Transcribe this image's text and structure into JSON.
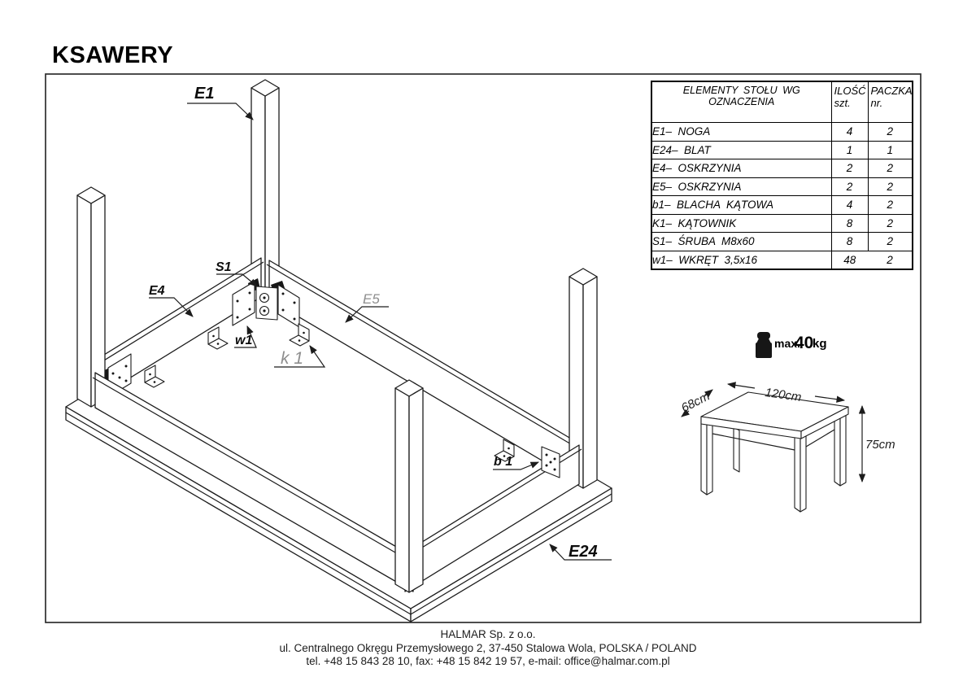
{
  "title": "KSAWERY",
  "parts_table": {
    "headers": {
      "col1": "ELEMENTY STOŁU WG OZNACZENIA",
      "col2_line1": "ILOŚĆ",
      "col2_line2": "szt.",
      "col3_line1": "PACZKA",
      "col3_line2": "nr."
    },
    "rows": [
      {
        "label": "E1–  NOGA",
        "qty": "4",
        "pack": "2"
      },
      {
        "label": "E24–  BLAT",
        "qty": "1",
        "pack": "1"
      },
      {
        "label": "E4–  OSKRZYNIA",
        "qty": "2",
        "pack": "2"
      },
      {
        "label": "E5–  OSKRZYNIA",
        "qty": "2",
        "pack": "2"
      },
      {
        "label": "b1–  BLACHA  KĄTOWA",
        "qty": "4",
        "pack": "2"
      },
      {
        "label": "K1–  KĄTOWNIK",
        "qty": "8",
        "pack": "2"
      },
      {
        "label": "S1–  ŚRUBA  M8x60",
        "qty": "8",
        "pack": "2"
      },
      {
        "label": "w1–  WKRĘT  3,5x16",
        "qty": "48",
        "pack": "2"
      }
    ]
  },
  "diagram_labels": {
    "e1": "E1",
    "s1": "S1",
    "e4": "E4",
    "w1": "w1",
    "k1": "k 1",
    "e5": "E5",
    "b1": "b 1",
    "e24": "E24"
  },
  "weight": {
    "prefix": "max.",
    "value": "40",
    "unit": "kg"
  },
  "dimensions": {
    "width": "120cm",
    "depth": "68cm",
    "height": "75cm"
  },
  "footer": {
    "line1": "HALMAR Sp. z o.o.",
    "line2": "ul. Centralnego Okręgu Przemysłowego 2, 37-450 Stalowa Wola, POLSKA / POLAND",
    "line3": "tel. +48 15 843 28 10, fax: +48 15 842 19 57, e-mail: office@halmar.com.pl"
  },
  "colors": {
    "line": "#1c1c1c",
    "muted_label": "#8e8e8e",
    "text": "#111111"
  }
}
